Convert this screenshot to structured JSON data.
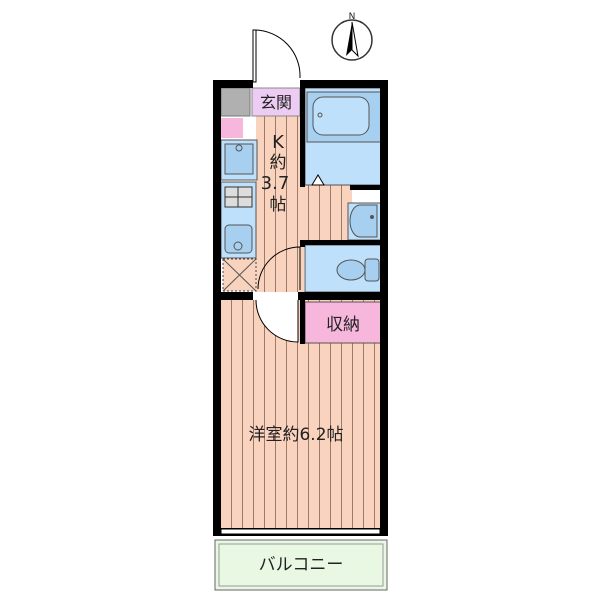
{
  "compass": {
    "label": "N"
  },
  "rooms": {
    "entrance": "玄関",
    "kitchen": {
      "k": "K",
      "yaku": "約",
      "size": "3.7",
      "jou": "帖"
    },
    "storage": "収納",
    "western_room": "洋室約6.2帖",
    "balcony": "バルコニー"
  },
  "colors": {
    "wall": "#000000",
    "floor": "#f9d3bd",
    "wet_area": "#bfe0fa",
    "entrance": "#ecccf2",
    "storage": "#f7b6dc",
    "balcony": "#e9f8e3"
  }
}
